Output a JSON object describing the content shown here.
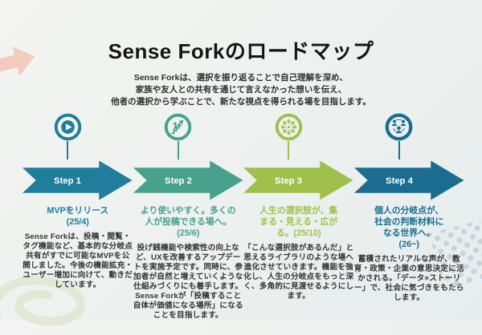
{
  "title": "Sense Forkのロードマップ",
  "subtitle": "Sense Forkは、選択を振り返ることで自己理解を深め、\n家族や友人との共有を通じて言えなかった想いを伝え、\n他者の選択から学ぶことで、新たな視点を得られる場を目指します。",
  "steps": [
    {
      "label": "Step 1",
      "icon": "play-icon",
      "color": "#207d9c",
      "heading": "MVPをリリース\n(25/4)",
      "body": "Sense Forkは、投稿・閲覧・タグ機能など、基本的な分岐点共有がすでに可能なMVPを公開しました。今後の機能拡充・ユーザー増加に向けて、動きだしています。"
    },
    {
      "label": "Step 2",
      "icon": "growth-icon",
      "color": "#47a18c",
      "heading": "より使いやすく。多くの\n人が投稿できる場へ。\n(25/6)",
      "body": "投げ銭機能や検索性の向上など、UXを改善するアップデートを実施予定です。同時に、参加者が自然と増えていくような仕組みづくりにも着手します。Sense Forkが「投稿すること自体が価値になる場所」になることを目指します。"
    },
    {
      "label": "Step 3",
      "icon": "expand-icon",
      "color": "#9fc14c",
      "heading": "人生の選択肢が、集\nまる・見える・広が\nる。(25/10)",
      "body": "「こんな選択肢があるんだ」と思えるライブラリのような場へ進化させていきます。機能を強化し、人生の分岐点をもっと深く、多角的に見渡せるようにします。"
    },
    {
      "label": "Step 4",
      "icon": "community-icon",
      "color": "#1a6d90",
      "heading": "個人の分岐点が、\n社会の判断材料に\nなる世界へ。\n(26~)",
      "body": "蓄積されたリアルな声が、教育・政策・企業の意思決定に活かされる。「データ×ストーリー」で、社会に気づきをもたらします。"
    }
  ],
  "decor": {
    "arrow": "#f3ccbe",
    "spiral": "#e0e7cf",
    "dots": "#b9cdd6",
    "edge_dash": "#cddfa6"
  }
}
